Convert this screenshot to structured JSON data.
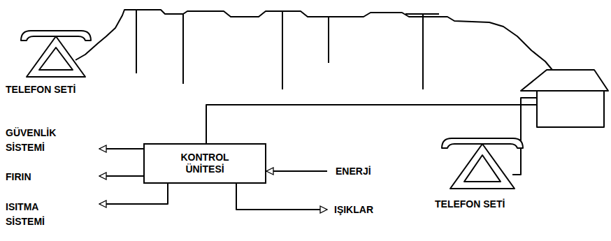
{
  "diagram": {
    "nodes": [
      {
        "text": [
          "KONTROL ÜNİTESİ"
        ]
      }
    ],
    "labels": [
      "TELEFON SETİ",
      "GÜVENLİK SİSTEMİ",
      "FIRIN",
      "ENERJİ",
      "ISITMA SİSTEMİ",
      "IŞIKLAR",
      "TELEFON SETİ"
    ]
  }
}
